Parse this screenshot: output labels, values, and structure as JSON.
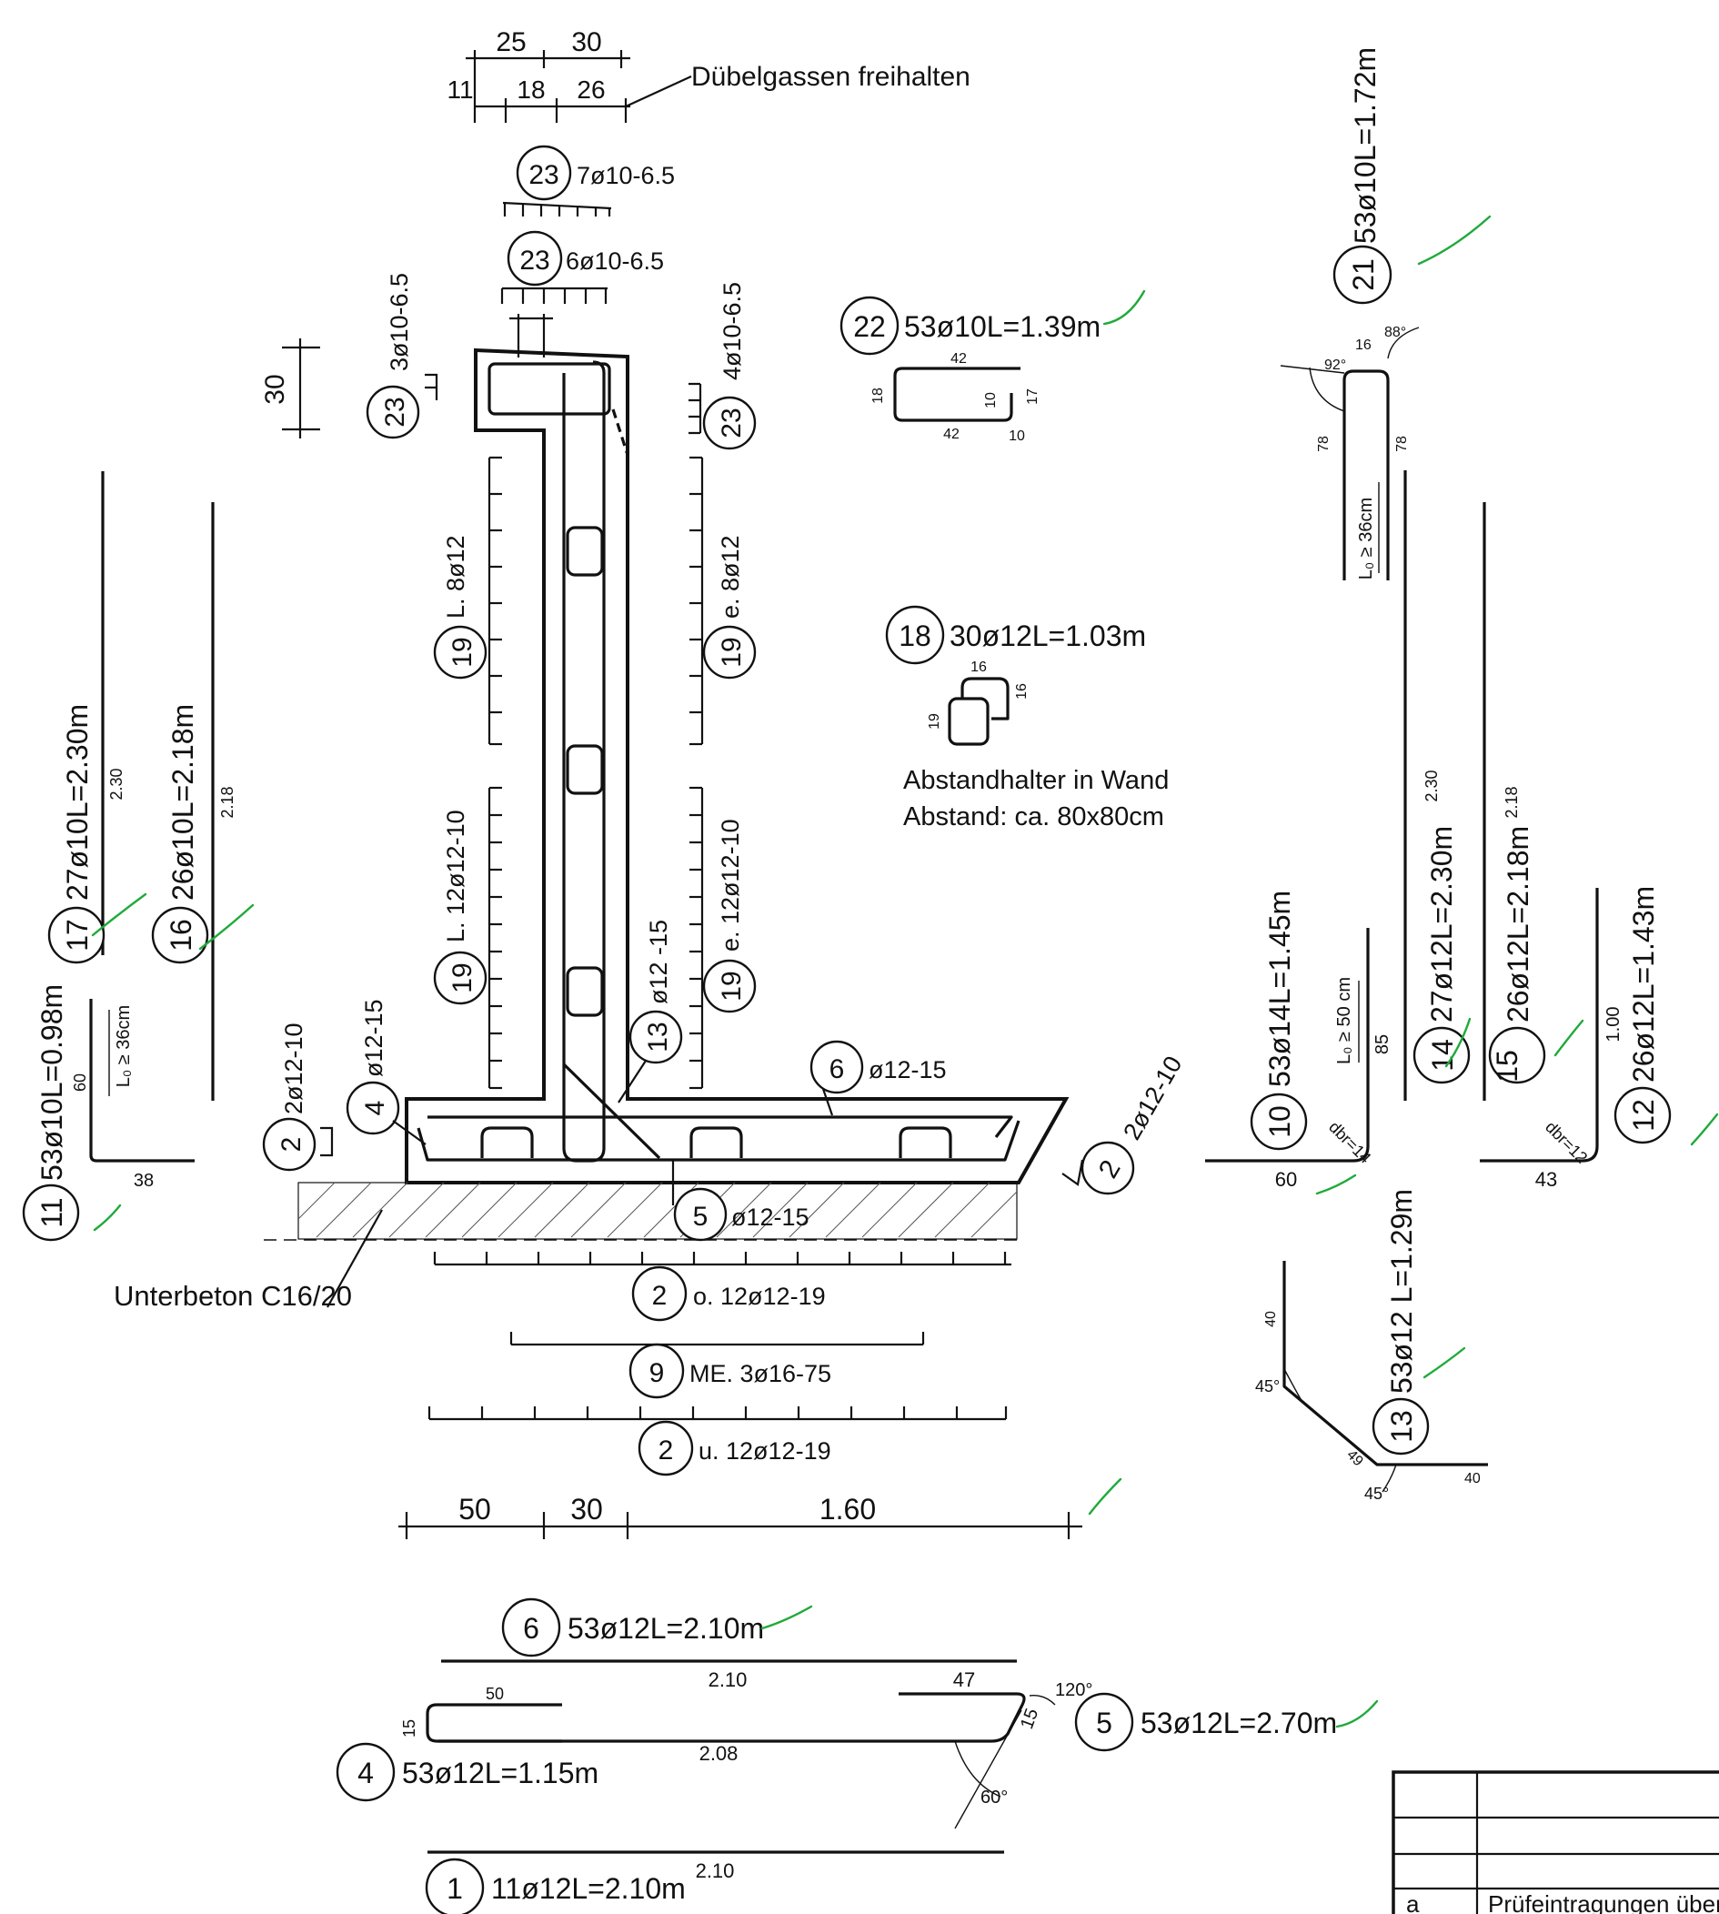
{
  "notes": {
    "duebel": "Dübelgassen freihalten",
    "abstand1": "Abstandhalter in Wand",
    "abstand2": "Abstand: ca. 80x80cm",
    "unterbeton": "Unterbeton C16/20"
  },
  "top_dims": {
    "d25": "25",
    "d30": "30",
    "d11": "11",
    "d18": "18",
    "d26": "26"
  },
  "marks": {
    "m23a": "23",
    "m23a_t": "7ø10-6.5",
    "m23b": "23",
    "m23b_t": "6ø10-6.5",
    "m23c": "23",
    "m23c_t": "3ø10-6.5",
    "m23d": "23",
    "m23d_t": "4ø10-6.5",
    "m19a": "19",
    "m19a_t": "L. 8ø12",
    "m19b": "19",
    "m19b_t": "e. 8ø12",
    "m19c": "19",
    "m19c_t": "L. 12ø12-10",
    "m19d": "19",
    "m19d_t": "e. 12ø12-10",
    "m13": "13",
    "m13_t": "ø12 -15",
    "m4": "4",
    "m4_t": "ø12-15",
    "m6": "6",
    "m6_t": "ø12-15",
    "m5": "5",
    "m5_t": "ø12-15",
    "m2a": "2",
    "m2a_t": "2ø12-10",
    "m2b": "2",
    "m2b_t": "2ø12-10",
    "m2c": "2",
    "m2c_t": "o. 12ø12-19",
    "m9": "9",
    "m9_t": "ME. 3ø16-75",
    "m2d": "2",
    "m2d_t": "u. 12ø12-19"
  },
  "dim30": "30",
  "bottom_dims": {
    "d50": "50",
    "d30": "30",
    "d160": "1.60"
  },
  "bars": {
    "b22": {
      "mark": "22",
      "label": "53ø10L=1.39m",
      "d42a": "42",
      "d18": "18",
      "d42b": "42",
      "d10a": "10",
      "d17": "17",
      "d10b": "10"
    },
    "b18": {
      "mark": "18",
      "label": "30ø12L=1.03m",
      "d16a": "16",
      "d16b": "16",
      "d19": "19"
    },
    "b21": {
      "mark": "21",
      "label": "53ø10L=1.72m",
      "a92": "92°",
      "a88": "88°",
      "d16": "16",
      "d78a": "78",
      "d78b": "78",
      "lap": "L₀ ≥ 36cm"
    },
    "b17": {
      "mark": "17",
      "label": "27ø10L=2.30m",
      "len": "2.30"
    },
    "b16": {
      "mark": "16",
      "label": "26ø10L=2.18m",
      "len": "2.18"
    },
    "b11": {
      "mark": "11",
      "label": "53ø10L=0.98m",
      "d60": "60",
      "d38": "38",
      "lap": "L₀ ≥ 36cm"
    },
    "b14": {
      "mark": "14",
      "label": "27ø12L=2.30m",
      "len": "2.30"
    },
    "b15": {
      "mark": "15",
      "label": "26ø12L=2.18m",
      "len": "2.18"
    },
    "b10": {
      "mark": "10",
      "label": "53ø14L=1.45m",
      "d60": "60",
      "d85": "85",
      "dbr": "dbr=14",
      "lap": "L₀ ≥ 50 cm"
    },
    "b12": {
      "mark": "12",
      "label": "26ø12L=1.43m",
      "d43": "43",
      "d100": "1.00",
      "dbr": "dbr=12"
    },
    "b13": {
      "mark": "13",
      "label": "53ø12 L=1.29m",
      "d40a": "40",
      "d49": "49",
      "d40b": "40",
      "a45a": "45°",
      "a45b": "45°"
    },
    "b6": {
      "mark": "6",
      "label": "53ø12L=2.10m",
      "len": "2.10"
    },
    "b5": {
      "mark": "5",
      "label": "53ø12L=2.70m",
      "d47": "47",
      "d15": "15",
      "a120": "120°",
      "a60": "60°"
    },
    "b4": {
      "mark": "4",
      "label": "53ø12L=1.15m",
      "d50": "50",
      "d15": "15",
      "d208": "2.08"
    },
    "b1": {
      "mark": "1",
      "label": "11ø12L=2.10m",
      "len": "2.10"
    }
  },
  "table": {
    "row_a": "a",
    "row_a_text": "Prüfeintragungen über"
  },
  "colors": {
    "line": "#111111",
    "check": "#1faa3a"
  }
}
